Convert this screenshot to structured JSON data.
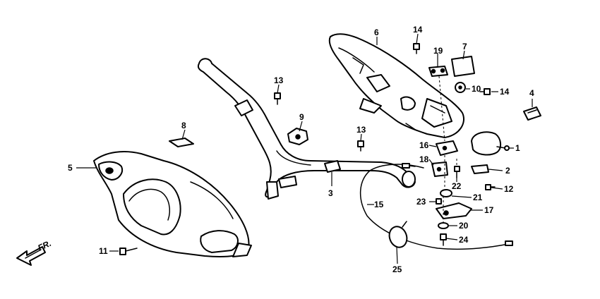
{
  "diagram": {
    "direction_label": "FR.",
    "callouts": [
      {
        "id": "c1",
        "label": "1"
      },
      {
        "id": "c2",
        "label": "2"
      },
      {
        "id": "c3",
        "label": "3"
      },
      {
        "id": "c4",
        "label": "4"
      },
      {
        "id": "c5",
        "label": "5"
      },
      {
        "id": "c6",
        "label": "6"
      },
      {
        "id": "c7",
        "label": "7"
      },
      {
        "id": "c8",
        "label": "8"
      },
      {
        "id": "c9",
        "label": "9"
      },
      {
        "id": "c10",
        "label": "10"
      },
      {
        "id": "c11",
        "label": "11"
      },
      {
        "id": "c12",
        "label": "12"
      },
      {
        "id": "c13a",
        "label": "13"
      },
      {
        "id": "c13b",
        "label": "13"
      },
      {
        "id": "c14a",
        "label": "14"
      },
      {
        "id": "c14b",
        "label": "14"
      },
      {
        "id": "c15",
        "label": "15"
      },
      {
        "id": "c16",
        "label": "16"
      },
      {
        "id": "c17",
        "label": "17"
      },
      {
        "id": "c18",
        "label": "18"
      },
      {
        "id": "c19",
        "label": "19"
      },
      {
        "id": "c20",
        "label": "20"
      },
      {
        "id": "c21",
        "label": "21"
      },
      {
        "id": "c22",
        "label": "22"
      },
      {
        "id": "c23",
        "label": "23"
      },
      {
        "id": "c24",
        "label": "24"
      },
      {
        "id": "c25",
        "label": "25"
      }
    ]
  }
}
